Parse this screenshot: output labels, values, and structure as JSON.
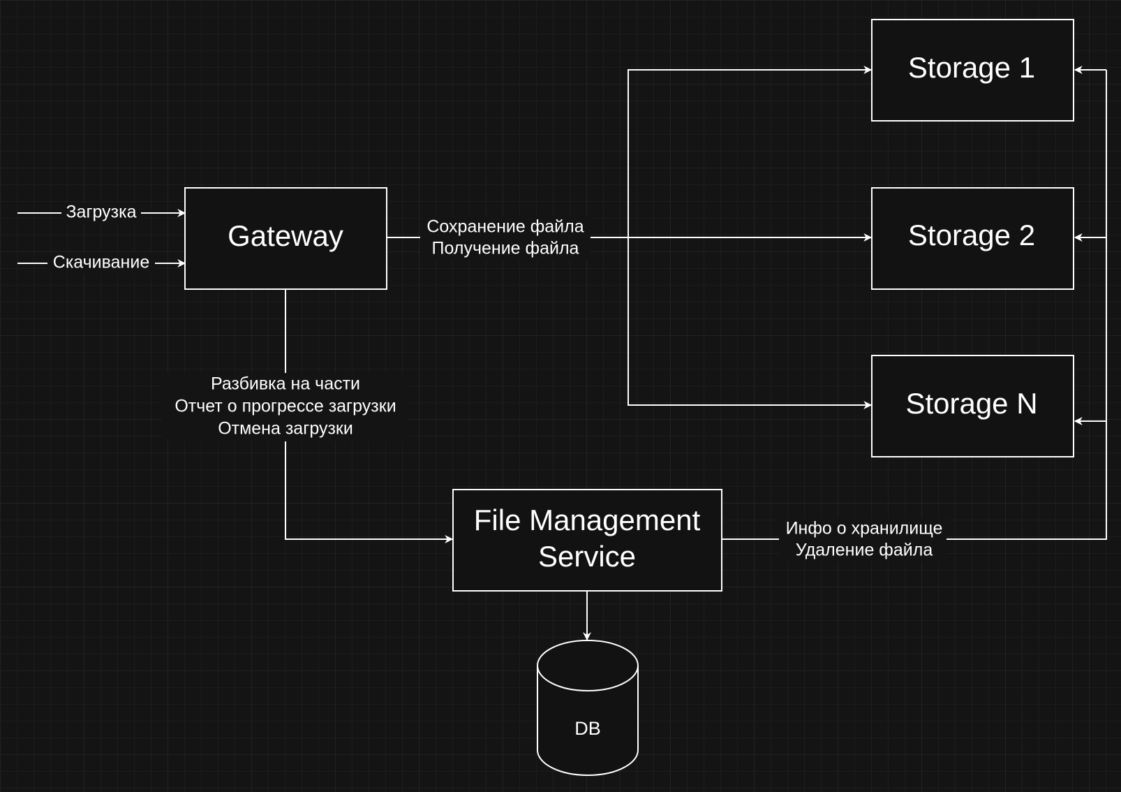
{
  "nodes": {
    "gateway": "Gateway",
    "storage_1": "Storage 1",
    "storage_2": "Storage 2",
    "storage_n": "Storage N",
    "fms_line1": "File Management",
    "fms_line2": "Service",
    "db": "DB"
  },
  "edges": {
    "upload": "Загрузка",
    "download": "Скачивание",
    "gateway_storage_1": "Сохранение файла",
    "gateway_storage_2": "Получение файла",
    "gateway_fms_1": "Разбивка на части",
    "gateway_fms_2": "Отчет о прогрессе загрузки",
    "gateway_fms_3": "Отмена загрузки",
    "fms_storage_1": "Инфо о хранилище",
    "fms_storage_2": "Удаление файла"
  },
  "colors": {
    "background": "#141414",
    "grid": "#2a2a2a",
    "stroke": "#ffffff",
    "node_fill": "#121212"
  }
}
